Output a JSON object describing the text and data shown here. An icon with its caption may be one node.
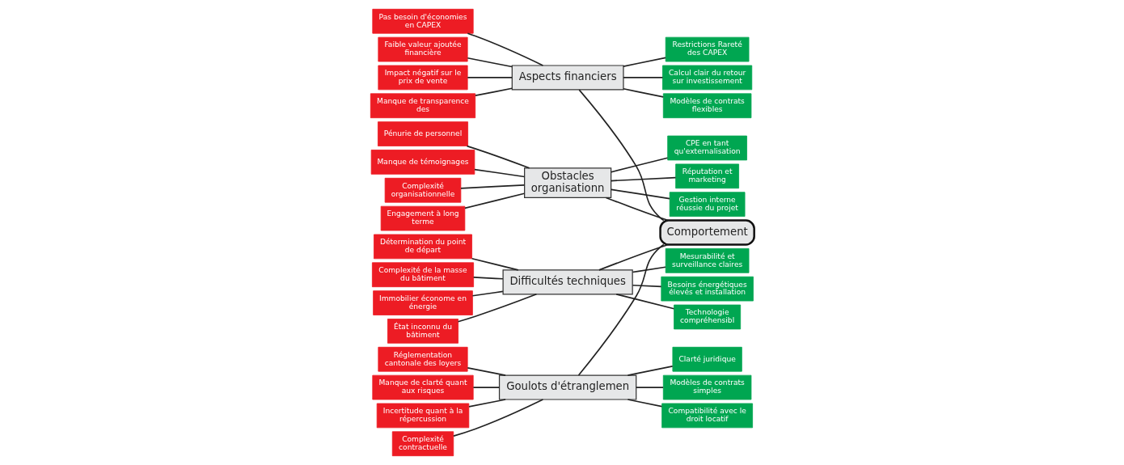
{
  "diagram": {
    "nodes": [
      {
        "text": [
          "Aspects financiers"
        ]
      },
      {
        "text": [
          "Obstacles organisationn"
        ]
      },
      {
        "text": [
          "Difficultés techniques"
        ]
      },
      {
        "text": [
          "Goulots d'étranglemen"
        ]
      },
      {
        "text": [
          "Pas besoin d'économies en CAPEX"
        ]
      },
      {
        "text": [
          "Faible valeur ajoutée financière"
        ]
      },
      {
        "text": [
          "Impact négatif sur le prix de vente"
        ]
      },
      {
        "text": [
          "Manque de transparence des"
        ]
      },
      {
        "text": [
          "Pénurie de personnel"
        ]
      },
      {
        "text": [
          "Manque de témoignages"
        ]
      },
      {
        "text": [
          "Complexité organisationnelle"
        ]
      },
      {
        "text": [
          "Engagement à long terme"
        ]
      },
      {
        "text": [
          "Détermination du point de départ"
        ]
      },
      {
        "text": [
          "Complexité de la masse du bâtiment"
        ]
      },
      {
        "text": [
          "Immobilier économe en énergie"
        ]
      },
      {
        "text": [
          "État inconnu du bâtiment"
        ]
      },
      {
        "text": [
          "Réglementation cantonale des loyers"
        ]
      },
      {
        "text": [
          "Manque de clarté quant aux risques"
        ]
      },
      {
        "text": [
          "Incertitude quant à la répercussion"
        ]
      },
      {
        "text": [
          "Complexité contractuelle"
        ]
      },
      {
        "text": [
          "Comportement"
        ]
      },
      {
        "text": [
          "Restrictions Rareté des CAPEX"
        ]
      },
      {
        "text": [
          "Calcul clair du retour sur investissement"
        ]
      },
      {
        "text": [
          "Modèles de contrats flexibles"
        ]
      },
      {
        "text": [
          "CPE en tant qu'externalisation"
        ]
      },
      {
        "text": [
          "Réputation et marketing"
        ]
      },
      {
        "text": [
          "Gestion interne réussie du projet"
        ]
      },
      {
        "text": [
          "Mesurabilité et surveillance claires"
        ]
      },
      {
        "text": [
          "Besoins énergétiques élevés et installation"
        ]
      },
      {
        "text": [
          "Technologie compréhensibl"
        ]
      },
      {
        "text": [
          "Clarté juridique"
        ]
      },
      {
        "text": [
          "Modèles de contrats simples"
        ]
      },
      {
        "text": [
          "Compatibilité avec le droit locatif"
        ]
      }
    ],
    "edges": [
      {
        "from": 0,
        "to": 20,
        "arrow": "none"
      },
      {
        "from": 1,
        "to": 20,
        "arrow": "none"
      },
      {
        "from": 2,
        "to": 20,
        "arrow": "none"
      },
      {
        "from": 3,
        "to": 20,
        "arrow": "none"
      },
      {
        "from": 4,
        "to": 0,
        "arrow": "none"
      },
      {
        "from": 5,
        "to": 0,
        "arrow": "none"
      },
      {
        "from": 6,
        "to": 0,
        "arrow": "none"
      },
      {
        "from": 7,
        "to": 0,
        "arrow": "none"
      },
      {
        "from": 8,
        "to": 1,
        "arrow": "none"
      },
      {
        "from": 9,
        "to": 1,
        "arrow": "none"
      },
      {
        "from": 10,
        "to": 1,
        "arrow": "none"
      },
      {
        "from": 11,
        "to": 1,
        "arrow": "none"
      },
      {
        "from": 12,
        "to": 2,
        "arrow": "none"
      },
      {
        "from": 13,
        "to": 2,
        "arrow": "none"
      },
      {
        "from": 14,
        "to": 2,
        "arrow": "none"
      },
      {
        "from": 15,
        "to": 2,
        "arrow": "none"
      },
      {
        "from": 16,
        "to": 3,
        "arrow": "none"
      },
      {
        "from": 17,
        "to": 3,
        "arrow": "none"
      },
      {
        "from": 18,
        "to": 3,
        "arrow": "none"
      },
      {
        "from": 19,
        "to": 3,
        "arrow": "none"
      },
      {
        "from": 0,
        "to": 21,
        "arrow": "none"
      },
      {
        "from": 0,
        "to": 22,
        "arrow": "none"
      },
      {
        "from": 0,
        "to": 23,
        "arrow": "none"
      },
      {
        "from": 1,
        "to": 24,
        "arrow": "none"
      },
      {
        "from": 1,
        "to": 25,
        "arrow": "none"
      },
      {
        "from": 1,
        "to": 26,
        "arrow": "none"
      },
      {
        "from": 2,
        "to": 27,
        "arrow": "none"
      },
      {
        "from": 2,
        "to": 28,
        "arrow": "none"
      },
      {
        "from": 2,
        "to": 29,
        "arrow": "none"
      },
      {
        "from": 3,
        "to": 30,
        "arrow": "none"
      },
      {
        "from": 3,
        "to": 31,
        "arrow": "none"
      },
      {
        "from": 3,
        "to": 32,
        "arrow": "none"
      }
    ]
  }
}
